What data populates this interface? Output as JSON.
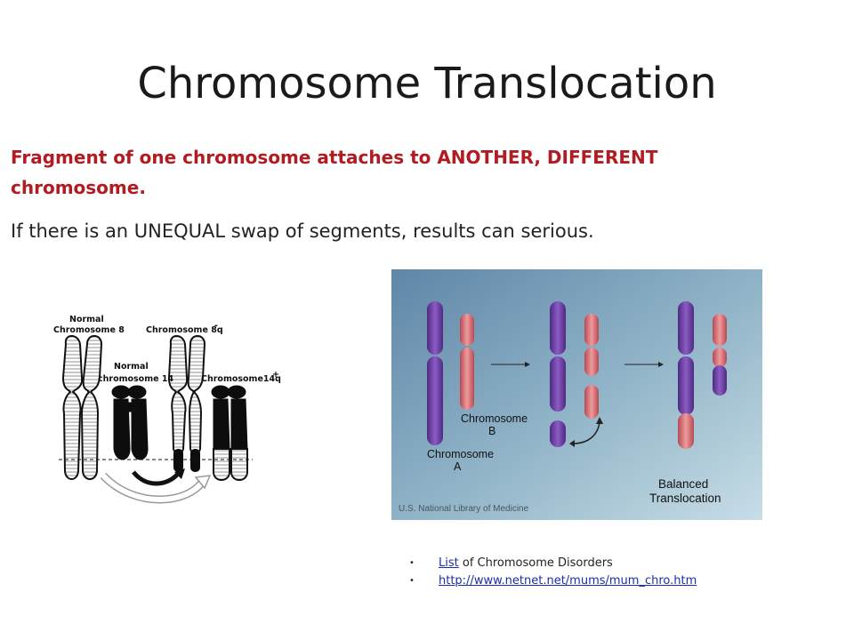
{
  "slide": {
    "title": "Chromosome Translocation",
    "subtitle": "Fragment of one chromosome attaches to ANOTHER, DIFFERENT chromosome.",
    "body": "If there is an UNEQUAL swap of segments, results can serious."
  },
  "left_figure": {
    "labels": {
      "normal_chr8_line1": "Normal",
      "normal_chr8_line2": "Chromosome 8",
      "chr8q_label": "Chromosome 8q",
      "chr8q_sup": "-",
      "normal_chr14_line1": "Normal",
      "normal_chr14_line2": "chromosome 14",
      "chr14q_label": "Chromosome14q",
      "chr14q_sup": "+"
    }
  },
  "right_figure": {
    "labels": {
      "chromosome_b_line1": "Chromosome",
      "chromosome_b_line2": "B",
      "chromosome_a_line1": "Chromosome",
      "chromosome_a_line2": "A",
      "balanced_line1": "Balanced",
      "balanced_line2": "Translocation",
      "credit": "U.S. National Library of Medicine"
    },
    "colors": {
      "chromosome_a": "#6b3fa0",
      "chromosome_b": "#d9646a",
      "background_top": "#5f86a8",
      "background_bottom": "#b9d3df"
    }
  },
  "references": {
    "item1_link": "List",
    "item1_text": " of Chromosome Disorders",
    "item2_link": "http://www.netnet.net/mums/mum_chro.htm",
    "bullet": "•"
  }
}
